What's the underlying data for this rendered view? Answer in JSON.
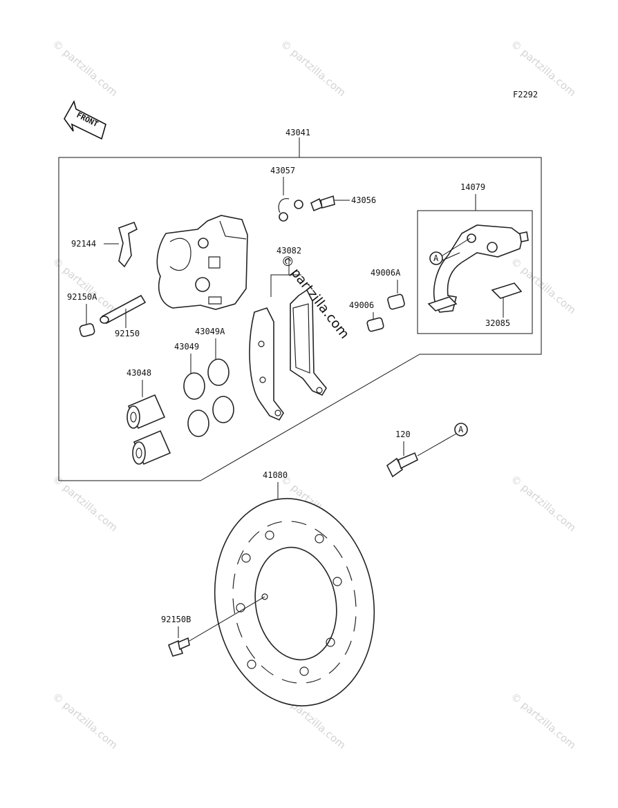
{
  "diagram": {
    "code": "F2292",
    "front_label": "FRONT",
    "callout_a": "A",
    "watermark": "© partzilla.com",
    "parts": {
      "p43041": "43041",
      "p43057": "43057",
      "p43056": "43056",
      "p14079": "14079",
      "p92144": "92144",
      "p43082": "43082",
      "p49006A": "49006A",
      "p49006": "49006",
      "p92150A": "92150A",
      "p92150": "92150",
      "p43049A": "43049A",
      "p43049": "43049",
      "p32085": "32085",
      "p43048": "43048",
      "p120": "120",
      "p41080": "41080",
      "p92150B": "92150B"
    }
  }
}
